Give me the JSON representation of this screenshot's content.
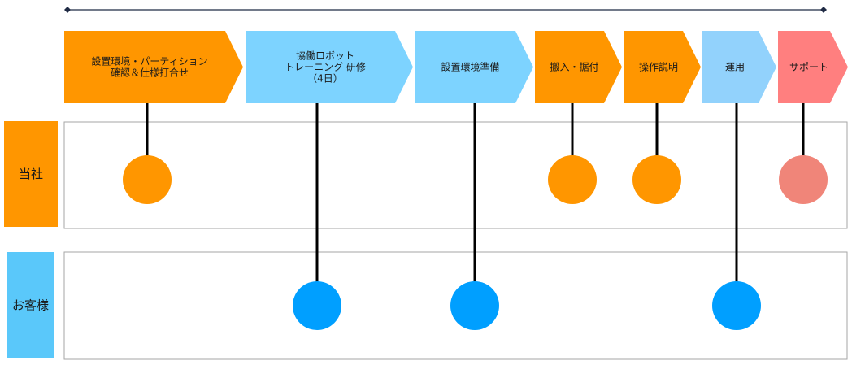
{
  "colors": {
    "orange": "#FF9600",
    "light_blue": "#7DD3FF",
    "pale_blue": "#92D2FC",
    "red": "#FF7F7F",
    "blue_dot": "#009FFF",
    "salmon_dot": "#F08579",
    "lane_label_orange": "#FF9600",
    "lane_label_blue": "#5AC8FA",
    "line": "#1F2A44",
    "connector": "#000000",
    "lane_border": "#A6A6A6"
  },
  "lanes": [
    {
      "id": "company",
      "label": "当社"
    },
    {
      "id": "customer",
      "label": "お客様"
    }
  ],
  "steps": [
    {
      "id": "setup-consult",
      "lines": [
        "設置環境・パーティション",
        "確認＆仕様打合せ"
      ],
      "color": "orange",
      "lane": "company"
    },
    {
      "id": "robot-training",
      "lines": [
        "協働ロボット",
        "トレーニング 研修",
        "（4日）"
      ],
      "color": "light_blue",
      "lane": "customer"
    },
    {
      "id": "env-prep",
      "lines": [
        "設置環境準備"
      ],
      "color": "light_blue",
      "lane": "customer"
    },
    {
      "id": "delivery-install",
      "lines": [
        "搬入・据付"
      ],
      "color": "orange",
      "lane": "company"
    },
    {
      "id": "operation-explain",
      "lines": [
        "操作説明"
      ],
      "color": "orange",
      "lane": "company"
    },
    {
      "id": "operation",
      "lines": [
        "運用"
      ],
      "color": "pale_blue",
      "lane": "customer"
    },
    {
      "id": "support",
      "lines": [
        "サポート"
      ],
      "color": "red",
      "lane": "company"
    }
  ]
}
